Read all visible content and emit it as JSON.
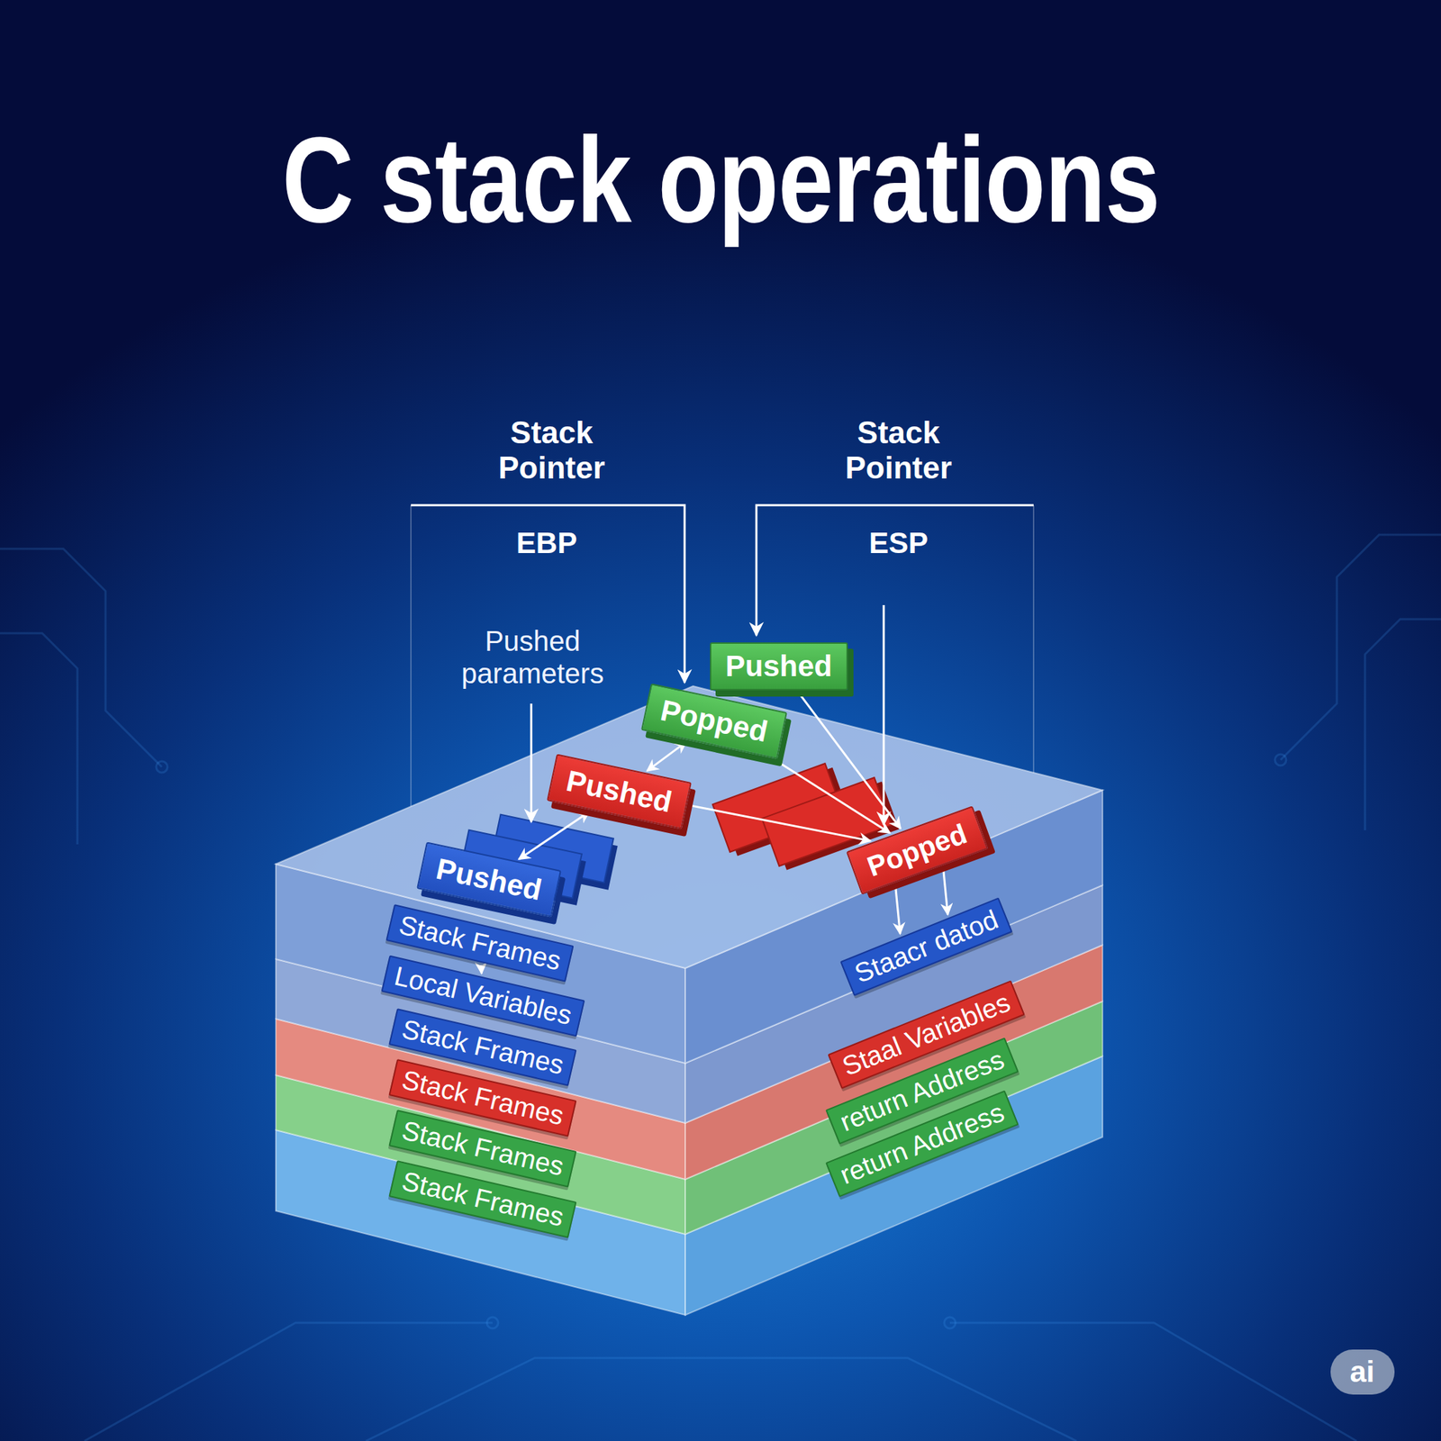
{
  "diagram": {
    "title": "C stack operations",
    "nodes": [
      {
        "text": [
          "Pushed"
        ]
      },
      {
        "text": [
          "Popped"
        ]
      },
      {
        "text": [
          "Pushed"
        ]
      },
      {
        "text": [
          "Popped"
        ]
      },
      {
        "text": [
          "Pushed"
        ]
      },
      {
        "text": [
          "Stack Frames"
        ]
      },
      {
        "text": [
          "Staacr datod"
        ]
      },
      {
        "text": [
          "Local Variables"
        ]
      },
      {
        "text": [
          "Staal Variables"
        ]
      },
      {
        "text": [
          "Stack Frames"
        ]
      },
      {
        "text": [
          "Stack Frames"
        ]
      },
      {
        "text": [
          "return Address"
        ]
      },
      {
        "text": [
          "Stack Frames"
        ]
      },
      {
        "text": [
          "return Address"
        ]
      },
      {
        "text": [
          "Stack Frames"
        ]
      }
    ],
    "edges": [
      {
        "from": 1,
        "to": 2,
        "arrow": "both"
      },
      {
        "from": 2,
        "to": 4,
        "arrow": "both"
      },
      {
        "from": 2,
        "to": 3,
        "arrow": "to"
      },
      {
        "from": 0,
        "to": 3,
        "arrow": "to"
      },
      {
        "from": 1,
        "to": 3,
        "arrow": "to"
      },
      {
        "from": 3,
        "to": 6,
        "arrow": "to"
      },
      {
        "from": 3,
        "to": 6,
        "arrow": "to"
      },
      {
        "from": 5,
        "to": 7,
        "arrow": "to"
      }
    ],
    "labels": [
      "Stack Pointer",
      "Stack Pointer",
      "EBP",
      "ESP",
      "Pushed parameters",
      "ai"
    ]
  }
}
